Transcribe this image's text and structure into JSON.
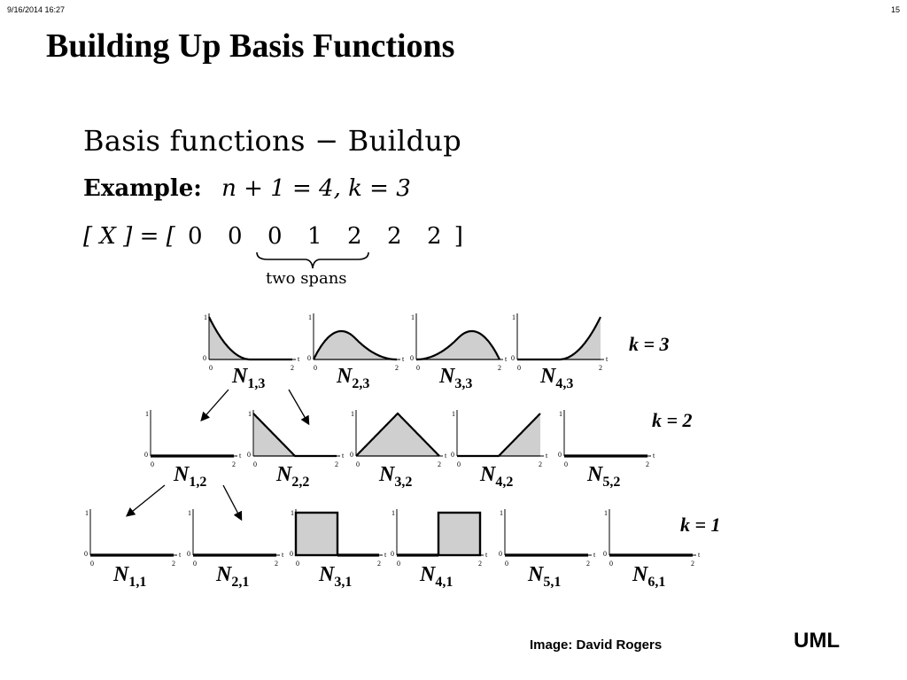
{
  "header": {
    "date": "9/16/2014   16:27",
    "page": "15"
  },
  "title": "Building Up Basis Functions",
  "figure": {
    "heading": "Basis functions − Buildup",
    "example_label": "Example:",
    "example_formula": "n + 1 = 4,    k = 3",
    "knot_lhs": "[ X ] = [",
    "knots": [
      "0",
      "0",
      "0",
      "1",
      "2",
      "2",
      "2"
    ],
    "knot_close": "]",
    "span_label": "two  spans",
    "axis_ticks": {
      "y_top": "1",
      "origin": "0",
      "x_end": "2",
      "x_axis": "t"
    },
    "rows": [
      {
        "k_label": "k = 3",
        "plots": [
          {
            "symbol": "N",
            "sub": "1,3",
            "shape": "n13"
          },
          {
            "symbol": "N",
            "sub": "2,3",
            "shape": "n23"
          },
          {
            "symbol": "N",
            "sub": "3,3",
            "shape": "n33"
          },
          {
            "symbol": "N",
            "sub": "4,3",
            "shape": "n43"
          }
        ]
      },
      {
        "k_label": "k = 2",
        "plots": [
          {
            "symbol": "N",
            "sub": "1,2",
            "shape": "zero"
          },
          {
            "symbol": "N",
            "sub": "2,2",
            "shape": "down"
          },
          {
            "symbol": "N",
            "sub": "3,2",
            "shape": "tri"
          },
          {
            "symbol": "N",
            "sub": "4,2",
            "shape": "up"
          },
          {
            "symbol": "N",
            "sub": "5,2",
            "shape": "zero"
          }
        ]
      },
      {
        "k_label": "k = 1",
        "plots": [
          {
            "symbol": "N",
            "sub": "1,1",
            "shape": "zero"
          },
          {
            "symbol": "N",
            "sub": "2,1",
            "shape": "zero"
          },
          {
            "symbol": "N",
            "sub": "3,1",
            "shape": "box1"
          },
          {
            "symbol": "N",
            "sub": "4,1",
            "shape": "box2"
          },
          {
            "symbol": "N",
            "sub": "5,1",
            "shape": "zero"
          },
          {
            "symbol": "N",
            "sub": "6,1",
            "shape": "zero"
          }
        ]
      }
    ]
  },
  "credit": "Image: David Rogers",
  "brand": "UML",
  "colors": {
    "fill": "#cfcfcf",
    "stroke": "#000000"
  }
}
